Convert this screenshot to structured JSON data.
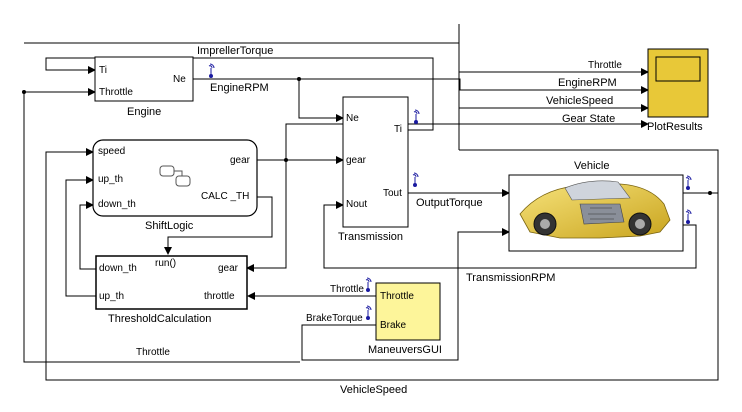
{
  "blocks": {
    "engine": {
      "name": "Engine",
      "in_ti": "Ti",
      "in_throttle": "Throttle",
      "out_ne": "Ne"
    },
    "shiftlogic": {
      "name": "ShiftLogic",
      "in_speed": "speed",
      "in_up": "up_th",
      "in_down": "down_th",
      "out_gear": "gear",
      "out_calc": "CALC _TH"
    },
    "threshold": {
      "name": "ThresholdCalculation",
      "trigger": "run()",
      "out_down": "down_th",
      "out_up": "up_th",
      "in_gear": "gear",
      "in_throttle": "throttle"
    },
    "transmission": {
      "name": "Transmission",
      "in_ne": "Ne",
      "in_gear": "gear",
      "in_nout": "Nout",
      "out_ti": "Ti",
      "out_tout": "Tout"
    },
    "vehicle": {
      "name": "Vehicle"
    },
    "plot": {
      "name": "PlotResults"
    },
    "gui": {
      "name": "ManeuversGUI",
      "out_throttle": "Throttle",
      "out_brake": "Brake"
    }
  },
  "signals": {
    "impeller": "ImprellerTorque",
    "enginerpm": "EngineRPM",
    "throttle_plot": "Throttle",
    "enginerpm_plot": "EngineRPM",
    "vehiclespeed_plot": "VehicleSpeed",
    "gearstate": "Gear State",
    "outputtorque": "OutputTorque",
    "transmissionrpm": "TransmissionRPM",
    "throttle_gui": "Throttle",
    "braketorque": "BrakeTorque",
    "throttle_bottom": "Throttle",
    "vehiclespeed_bottom": "VehicleSpeed"
  },
  "colors": {
    "line": "#000000",
    "scope_fill": "#e8c838",
    "gui_fill": "#fdf59a",
    "logging_icon": "#1a1aa0"
  }
}
